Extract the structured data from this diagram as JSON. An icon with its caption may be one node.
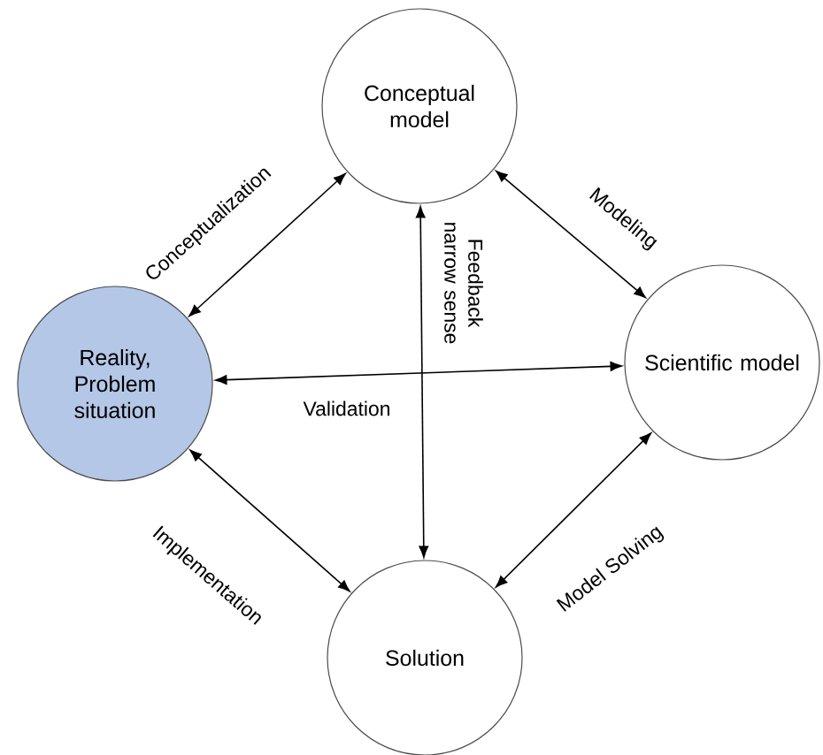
{
  "diagram": {
    "nodes": [
      {
        "text": [
          "Conceptual model"
        ]
      },
      {
        "text": [
          "Reality, Problem situation"
        ]
      },
      {
        "text": [
          "Scientific model"
        ]
      },
      {
        "text": [
          "Solution"
        ]
      }
    ],
    "edges": [
      {
        "from": 1,
        "to": 0,
        "arrow": "both",
        "label": "Conceptualization"
      },
      {
        "from": 0,
        "to": 2,
        "arrow": "both",
        "label": "Modeling"
      },
      {
        "from": 1,
        "to": 2,
        "arrow": "both",
        "label": "Validation"
      },
      {
        "from": 0,
        "to": 3,
        "arrow": "both",
        "label": "Feedback narrow sense"
      },
      {
        "from": 3,
        "to": 1,
        "arrow": "both",
        "label": "Implementation"
      },
      {
        "from": 3,
        "to": 2,
        "arrow": "both",
        "label": "Model Solving"
      }
    ]
  }
}
